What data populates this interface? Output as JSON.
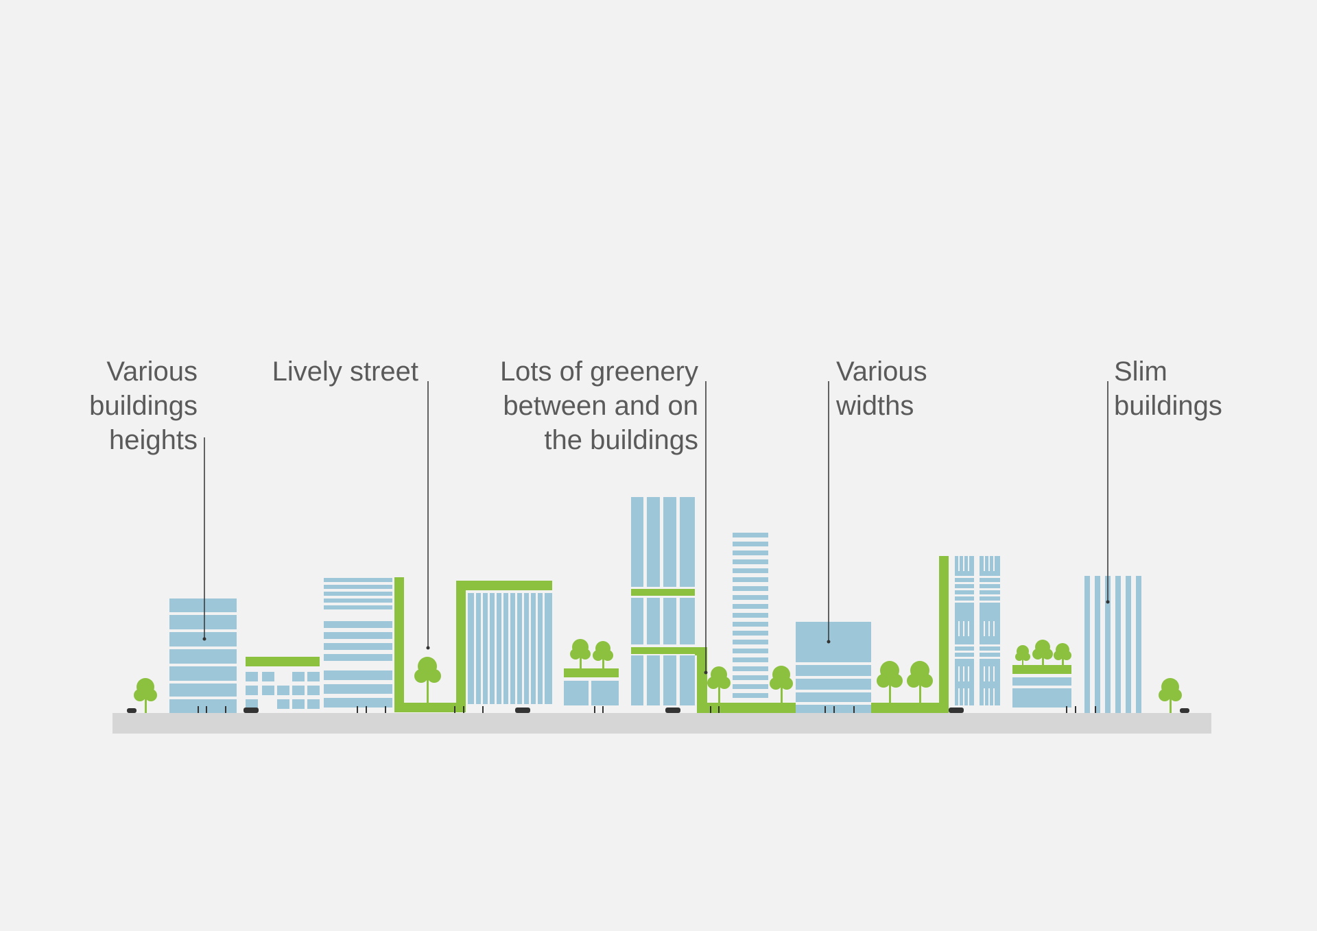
{
  "colors": {
    "background": "#f2f2f2",
    "building": "#9dc6d8",
    "green": "#8cc13f",
    "ground": "#d6d6d6",
    "line": "#333333",
    "text": "#5a5a5a"
  },
  "callouts": [
    {
      "id": "heights",
      "text": "Various\nbuildings\nheights"
    },
    {
      "id": "street",
      "text": "Lively street"
    },
    {
      "id": "greenery",
      "text": "Lots of greenery\nbetween and on\nthe buildings"
    },
    {
      "id": "widths",
      "text": "Various\nwidths"
    },
    {
      "id": "slim",
      "text": "Slim\nbuildings"
    }
  ]
}
